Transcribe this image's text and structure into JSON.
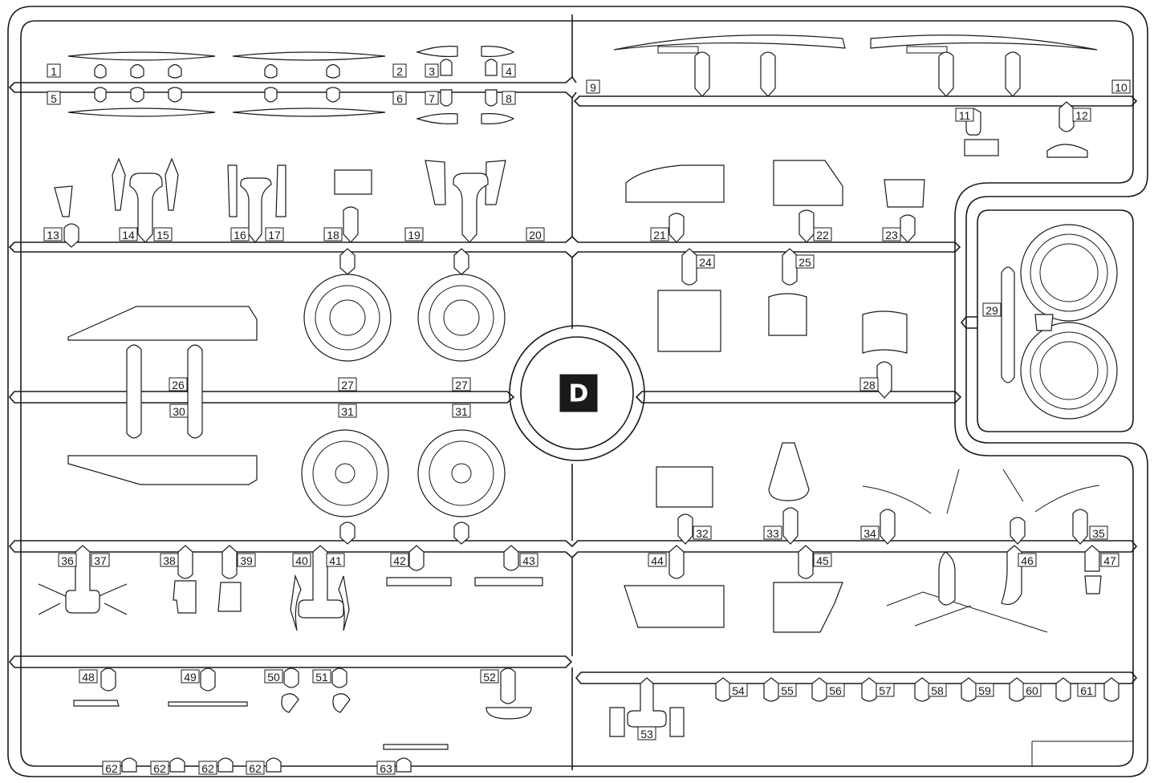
{
  "sprue": {
    "letter": "D",
    "part_numbers": [
      "1",
      "2",
      "3",
      "4",
      "5",
      "6",
      "7",
      "8",
      "9",
      "10",
      "11",
      "12",
      "13",
      "14",
      "15",
      "16",
      "17",
      "18",
      "19",
      "20",
      "21",
      "22",
      "23",
      "24",
      "25",
      "26",
      "27",
      "27",
      "28",
      "29",
      "30",
      "31",
      "31",
      "32",
      "33",
      "34",
      "35",
      "36",
      "37",
      "38",
      "39",
      "40",
      "41",
      "42",
      "43",
      "44",
      "45",
      "46",
      "47",
      "48",
      "49",
      "50",
      "51",
      "52",
      "53",
      "54",
      "55",
      "56",
      "57",
      "58",
      "59",
      "60",
      "61",
      "62",
      "62",
      "62",
      "62",
      "63"
    ]
  },
  "colors": {
    "line": "#1a1a1a",
    "background": "#ffffff",
    "letter_box": "#000000"
  }
}
